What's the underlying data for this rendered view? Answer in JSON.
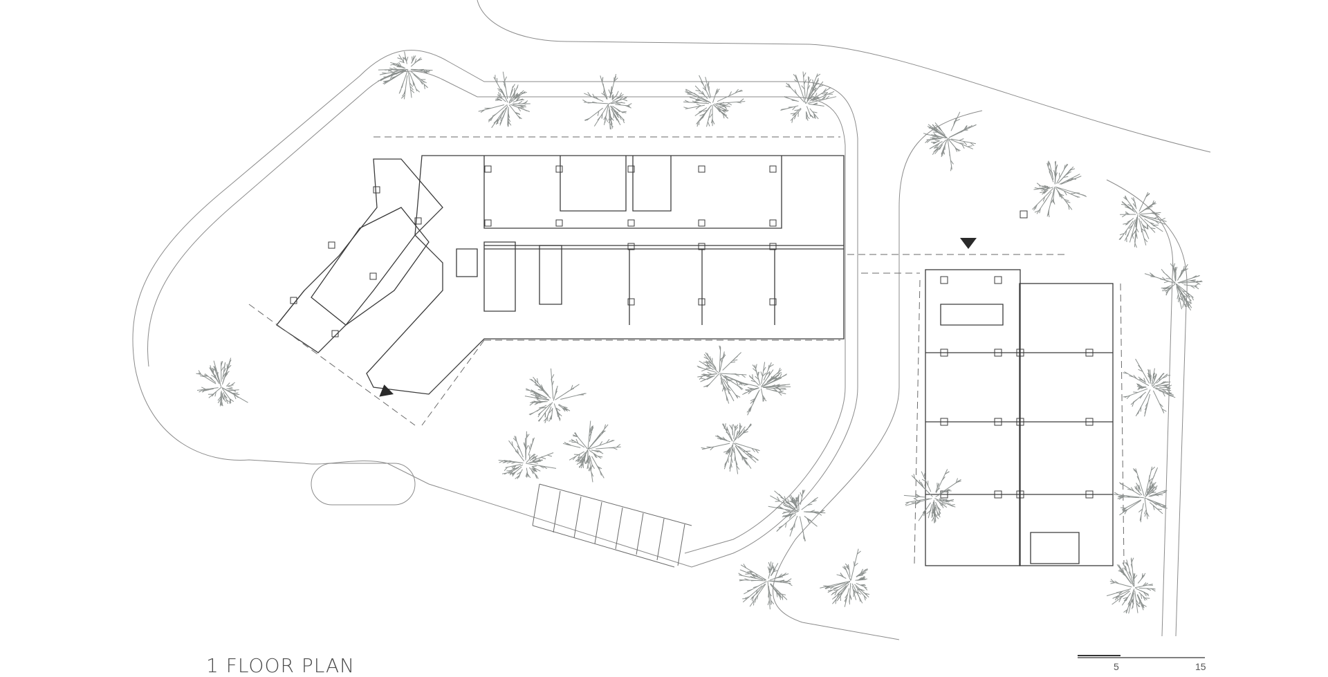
{
  "title": "1 FLOOR PLAN",
  "scale": {
    "labels": [
      "5",
      "15"
    ]
  },
  "colors": {
    "line": "#3a3a3a",
    "light": "#9a9a9a",
    "tree": "#8a8f8d",
    "background": "#ffffff"
  }
}
